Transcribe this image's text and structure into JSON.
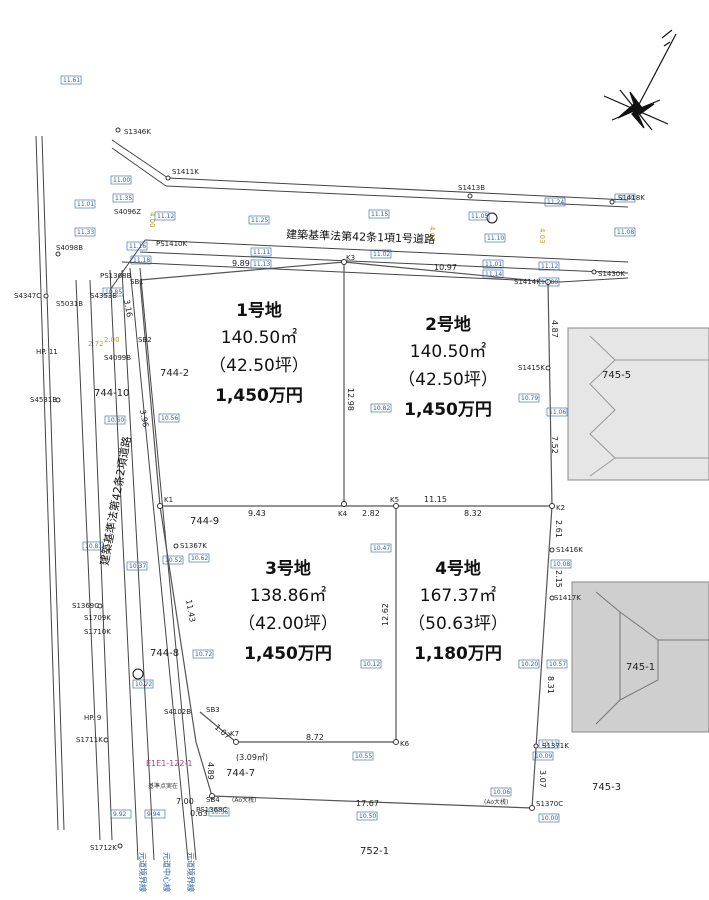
{
  "lots": [
    {
      "name": "1号地",
      "area": "140.50㎡",
      "tsubo": "（42.50坪）",
      "price": "1,450万円"
    },
    {
      "name": "2号地",
      "area": "140.50㎡",
      "tsubo": "（42.50坪）",
      "price": "1,450万円"
    },
    {
      "name": "3号地",
      "area": "138.86㎡",
      "tsubo": "（42.00坪）",
      "price": "1,450万円"
    },
    {
      "name": "4号地",
      "area": "167.37㎡",
      "tsubo": "（50.63坪）",
      "price": "1,180万円"
    }
  ],
  "roads": {
    "north": "建築基準法第42条1項1号道路",
    "west": "建築基準法第42条2項道路"
  },
  "neighbor_parcels": {
    "p745_5": "745-5",
    "p745_1": "745-1",
    "p745_3": "745-3",
    "p744_2": "744-2",
    "p744_10": "744-10",
    "p744_9": "744-9",
    "p744_8": "744-8",
    "p744_7": "744-7",
    "p752_1": "752-1"
  },
  "dimensions": {
    "d9_89": "9.89",
    "d10_97": "10.97",
    "d12_98": "12.98",
    "d9_43": "9.43",
    "d2_82": "2.82",
    "d11_15": "11.15",
    "d8_32": "8.32",
    "d12_62": "12.62",
    "d8_72": "8.72",
    "d17_67": "17.67",
    "d4_87": "4.87",
    "d7_52": "7.52",
    "d2_61": "2.61",
    "d2_15": "2.15",
    "d8_31": "8.31",
    "d3_07": "3.07",
    "d3_16": "3.16",
    "d3_96": "3.96",
    "d11_43": "11.43",
    "d3_09": "(3.09㎡)",
    "d1_07": "1.07",
    "d4_89": "4.89",
    "d0_63": "0.63",
    "d7_00": "7.00",
    "d4_00": "4.00",
    "d4_02": "4.02",
    "d4_03": "4.03",
    "d2_72": "2.72",
    "d2_00": "2.00"
  },
  "points": {
    "K1": "K1",
    "K2": "K2",
    "K3": "K3",
    "K4": "K4",
    "K5": "K5",
    "K6": "K6",
    "K7": "K7",
    "SB1": "SB1",
    "SB2": "SB2",
    "SB3": "SB3",
    "SB4": "SB4",
    "S1346K": "S1346K",
    "S1411K": "S1411K",
    "S1413B": "S1413B",
    "S1418K": "S1418K",
    "S4096Z": "S4096Z",
    "PS1410K": "PS1410K",
    "S4098B": "S4098B",
    "PS1368B": "PS1368B",
    "S4353B": "S4353B",
    "S4347C": "S4347C",
    "S5031B": "S5031B",
    "S4099B": "S4099B",
    "HP11": "HP. 11",
    "S4531B": "S4531B",
    "S1430K": "S1430K",
    "S1414K": "S1414K",
    "S1415K": "S1415K",
    "S1416K": "S1416K",
    "S1417K": "S1417K",
    "S1367K": "S1367K",
    "S1369C": "S1369C",
    "S1709K": "S1709K",
    "S1710K": "S1710K",
    "HP9": "HP. 9",
    "S4102B": "S4102B",
    "S1711K": "S1711K",
    "S1371K": "S1371K",
    "S1370C": "S1370C",
    "S1712K": "S1712K",
    "PS1368C": "PS1368C"
  },
  "elevations": [
    "11.61",
    "11.35",
    "11.01",
    "11.00",
    "11.05",
    "11.12",
    "11.25",
    "11.15",
    "11.10",
    "11.24",
    "11.11",
    "11.13",
    "11.18",
    "11.02",
    "11.01",
    "11.14",
    "11.12",
    "10.80",
    "10.85",
    "10.82",
    "10.56",
    "10.60",
    "10.47",
    "10.52",
    "10.62",
    "10.37",
    "10.72",
    "10.22",
    "10.12",
    "10.20",
    "10.57",
    "10.11",
    "10.09",
    "10.06",
    "10.55",
    "10.50",
    "9.92",
    "9.94",
    "10.36",
    "10.00",
    "11.08",
    "11.09",
    "11.33",
    "11.06",
    "10.79",
    "10.08",
    "11.16",
    "10.81"
  ],
  "annotations": {
    "e1e1": "E1E1-122-1",
    "kijun": "基準点実在",
    "boundary1": "元道境界線",
    "boundary2": "元道中心線",
    "boundary3": "元道境界線",
    "aou": "(Ao大桟)",
    "aou2": "(Ao大桟)"
  },
  "colors": {
    "boundary": "#555555",
    "road": "#444444",
    "elev_box": "#2b5fa8",
    "dim_yellow": "#b8a21b",
    "magenta": "#c2378a",
    "hatch": "#9a9a9a",
    "building": "#cfcfcf"
  }
}
